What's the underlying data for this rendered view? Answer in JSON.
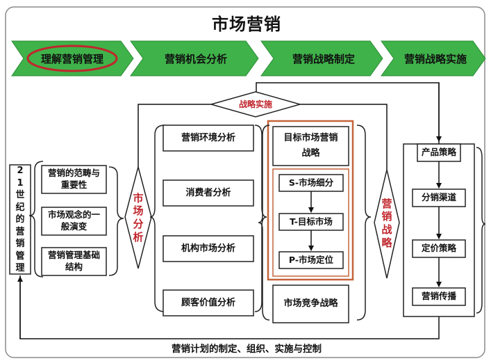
{
  "title": "市场营销",
  "colors": {
    "phase_fill": "#3fb24a",
    "accent_red": "#c0262d",
    "highlight_orange": "#c4643a",
    "box_border": "#222222"
  },
  "phases": [
    {
      "label": "理解营销管理",
      "circled": true
    },
    {
      "label": "营销机会分析"
    },
    {
      "label": "营销战略制定"
    },
    {
      "label": "营销战略实施"
    }
  ],
  "left": {
    "vertical_title": "21世纪的营销管理",
    "items": [
      "营销的范畴与重要性",
      "市场观念的一般演变",
      "营销管理基础结构"
    ]
  },
  "market_analysis_label": "市场分析",
  "analysis_items": [
    "营销环境分析",
    "消费者分析",
    "机构市场分析",
    "顾客价值分析"
  ],
  "strategy_implementation_label": "战略实施",
  "strategy_box": {
    "target_title": "目标市场营销战略",
    "stp": [
      "S-市场细分",
      "T-目标市场",
      "P-市场定位"
    ],
    "competition": "市场竞争战略"
  },
  "marketing_strategy_label": "营销战略",
  "implementation_items": [
    "产品策略",
    "分销渠道",
    "定价策略",
    "营销传播"
  ],
  "bottom_label": "营销计划的制定、组织、实施与控制"
}
